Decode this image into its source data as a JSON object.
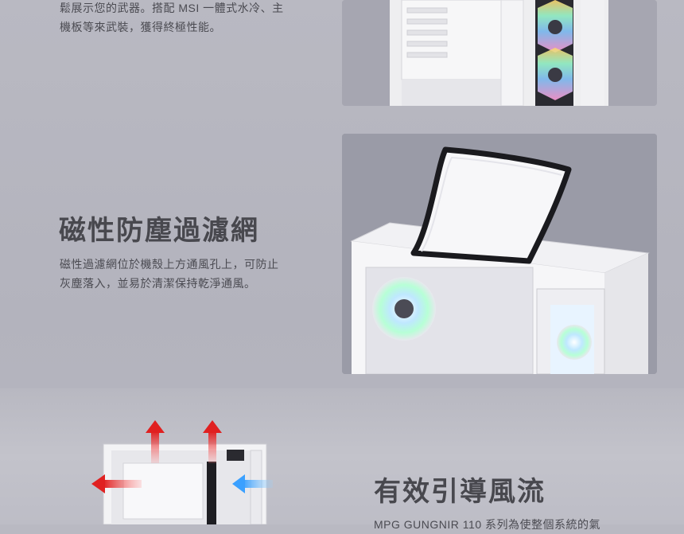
{
  "section_top": {
    "text_line1": "鬆展示您的武器。搭配 MSI 一體式水冷、主",
    "text_line2": "機板等來武裝，獲得終極性能。"
  },
  "section_filter": {
    "title": "磁性防塵過濾網",
    "text_line1": "磁性過濾網位於機殼上方通風孔上，可防止",
    "text_line2": "灰塵落入，並易於清潔保持乾淨通風。"
  },
  "section_airflow": {
    "title": "有效引導風流",
    "text_partial": "MPG GUNGNIR 110 系列為使整個系統的氣"
  },
  "colors": {
    "background": "#b6b6bf",
    "heading": "#48484e",
    "body_text": "#4b4b52",
    "arrow_exhaust": "#e02020",
    "arrow_intake": "#3aa0ff"
  }
}
